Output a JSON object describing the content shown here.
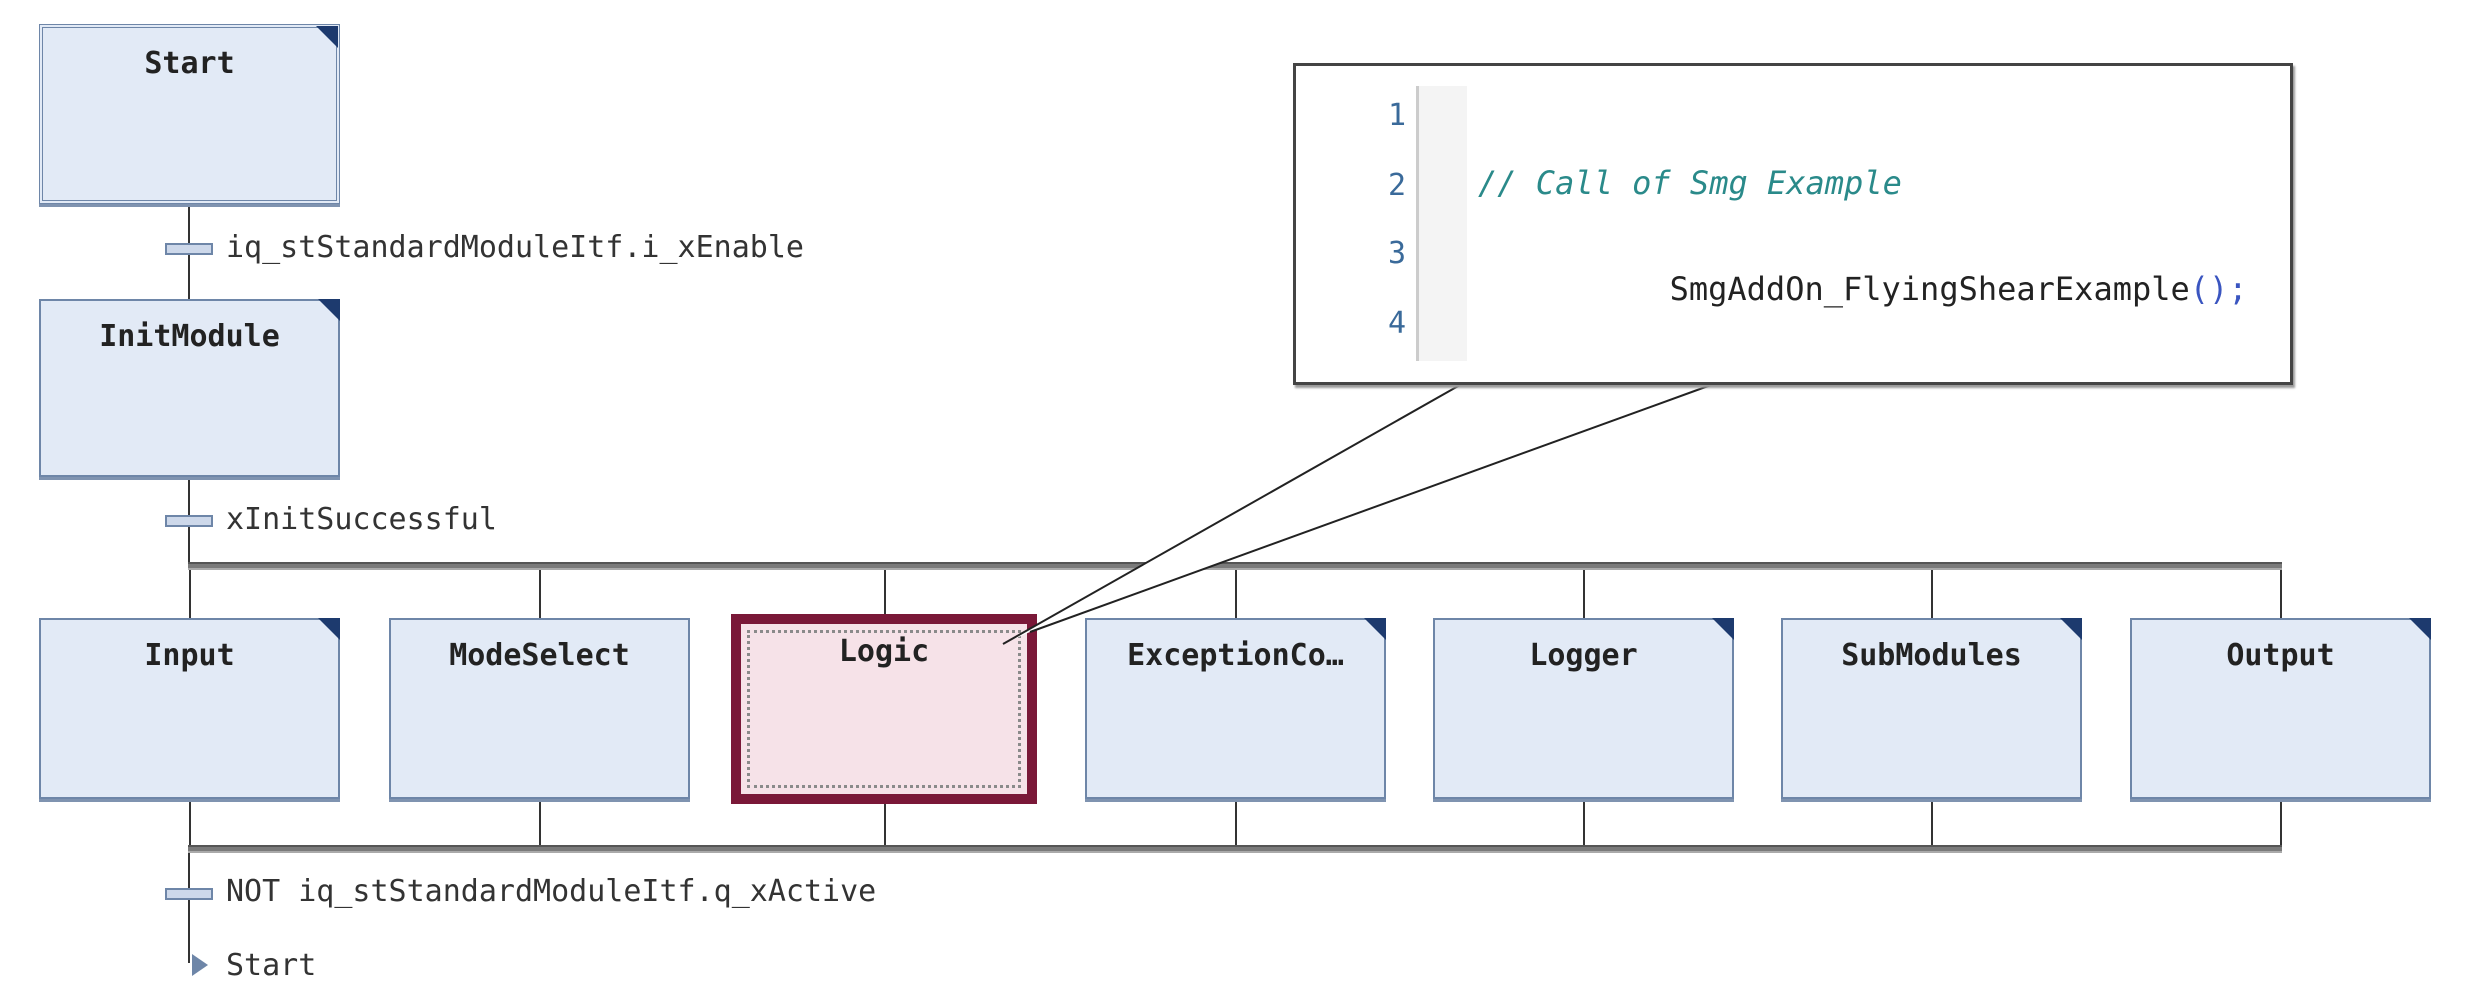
{
  "diagram": {
    "type": "SFC",
    "steps": {
      "start": {
        "name": "Start"
      },
      "init": {
        "name": "InitModule"
      },
      "parallel": [
        {
          "name": "Input",
          "has_action": true,
          "active": false
        },
        {
          "name": "ModeSelect",
          "has_action": false,
          "active": false
        },
        {
          "name": "Logic",
          "has_action": false,
          "active": true
        },
        {
          "name": "ExceptionCo…",
          "has_action": true,
          "active": false
        },
        {
          "name": "Logger",
          "has_action": true,
          "active": false
        },
        {
          "name": "SubModules",
          "has_action": true,
          "active": false
        },
        {
          "name": "Output",
          "has_action": true,
          "active": false
        }
      ]
    },
    "transitions": [
      {
        "condition": "iq_stStandardModuleItf.i_xEnable"
      },
      {
        "condition": "xInitSuccessful"
      },
      {
        "condition": "NOT iq_stStandardModuleItf.q_xActive"
      }
    ],
    "jump": {
      "target": "Start"
    }
  },
  "callout": {
    "lines": [
      {
        "number": "1",
        "comment": "",
        "code": "",
        "punct": ""
      },
      {
        "number": "2",
        "comment": "// Call of Smg Example",
        "code": "",
        "punct": ""
      },
      {
        "number": "3",
        "comment": "",
        "code": "SmgAddOn_FlyingShearExample",
        "punct": "();"
      },
      {
        "number": "4",
        "comment": "",
        "code": "",
        "punct": ""
      }
    ]
  },
  "colors": {
    "step_fill": "#e2eaf6",
    "step_border": "#6e86a8",
    "active_border": "#7a1838",
    "active_fill": "#f6e2e8",
    "comment": "#2a8a8a",
    "line_number": "#3a6a9a"
  }
}
